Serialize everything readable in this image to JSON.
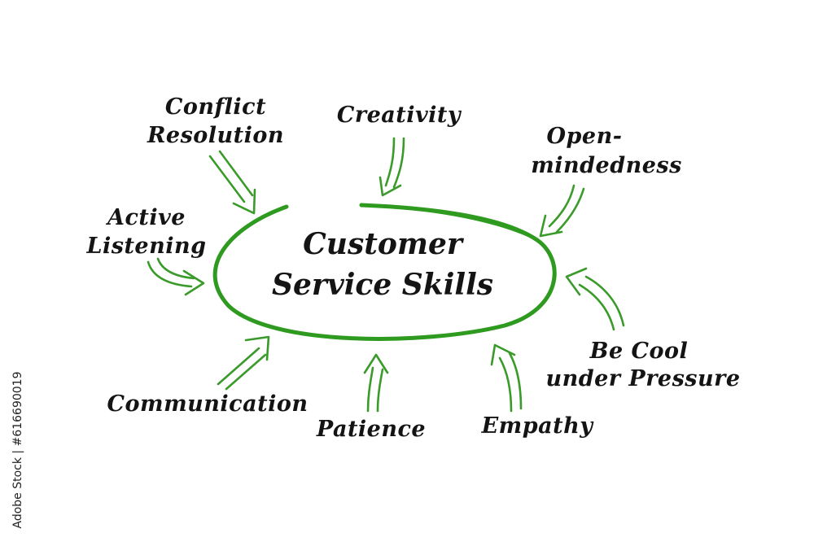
{
  "diagram": {
    "center": {
      "line1": "Customer",
      "line2": "Service Skills"
    },
    "skills": {
      "conflict_resolution": {
        "line1": "Conflict",
        "line2": "Resolution"
      },
      "creativity": {
        "line1": "Creativity"
      },
      "open_mindedness": {
        "line1": "Open-",
        "line2": "mindedness"
      },
      "active_listening": {
        "line1": "Active",
        "line2": "Listening"
      },
      "be_cool": {
        "line1": "Be Cool",
        "line2": "under Pressure"
      },
      "communication": {
        "line1": "Communication"
      },
      "patience": {
        "line1": "Patience"
      },
      "empathy": {
        "line1": "Empathy"
      }
    },
    "colors": {
      "ellipse": "#2e9a1f",
      "arrows": "#3a9a2a",
      "text": "#141414"
    }
  },
  "stock_id": "Adobe Stock | #616690019"
}
